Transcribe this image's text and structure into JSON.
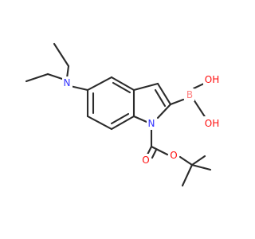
{
  "atoms": {
    "n_amine": {
      "text": "N",
      "color": "#3333ff"
    },
    "n_indole": {
      "text": "N",
      "color": "#3333ff"
    },
    "boron": {
      "text": "B",
      "color": "#ff8080"
    },
    "oh_top": {
      "text": "OH",
      "color": "#ff0d0d"
    },
    "oh_bottom": {
      "text": "OH",
      "color": "#ff0d0d"
    },
    "o_carbonyl": {
      "text": "O",
      "color": "#ff0d0d"
    },
    "o_ester": {
      "text": "O",
      "color": "#ff0d0d"
    }
  },
  "bond_color": "#2b2b2b"
}
